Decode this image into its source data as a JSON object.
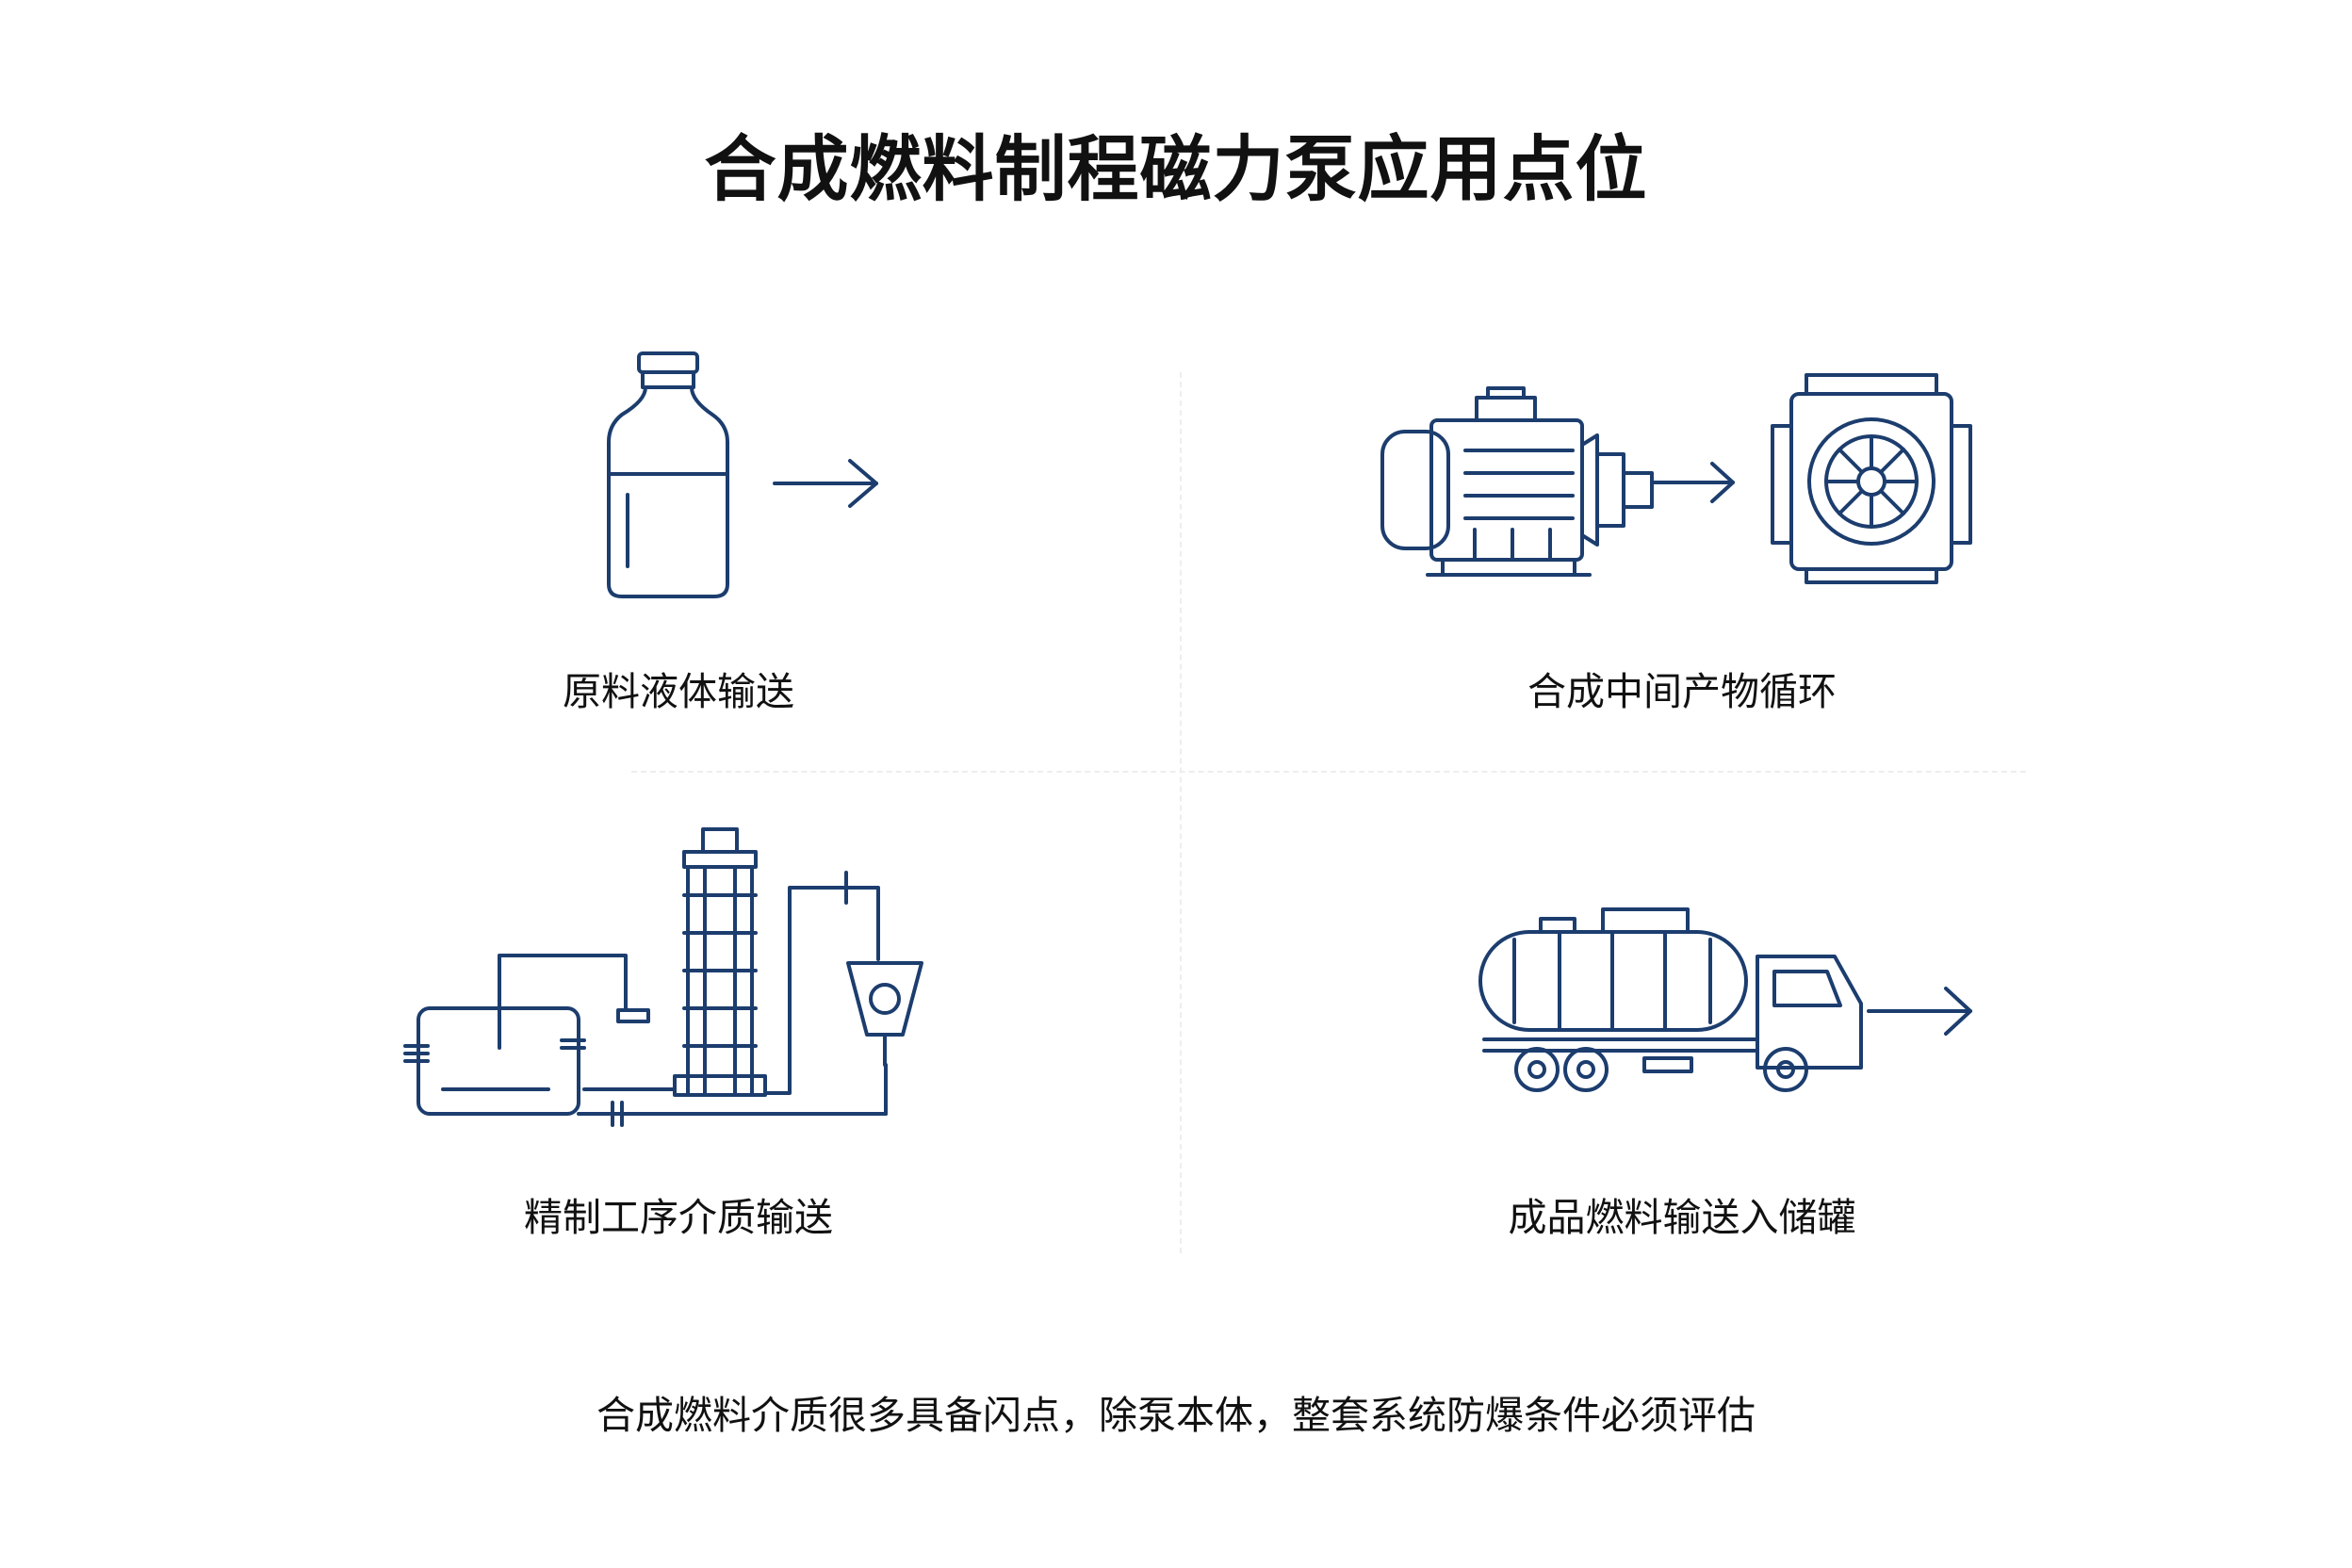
{
  "title": "合成燃料制程磁力泵应用点位",
  "panels": [
    {
      "label": "原料液体输送",
      "icon": "bottle-arrow-icon"
    },
    {
      "label": "合成中间产物循环",
      "icon": "motor-pump-icon"
    },
    {
      "label": "精制工序介质输送",
      "icon": "refining-column-icon"
    },
    {
      "label": "成品燃料输送入储罐",
      "icon": "tanker-truck-icon"
    }
  ],
  "footer": "合成燃料介质很多具备闪点，除泵本体，整套系统防爆条件必须评估",
  "colors": {
    "line": "#1c3d6e",
    "text": "#111111",
    "divider": "#eeeeee"
  }
}
